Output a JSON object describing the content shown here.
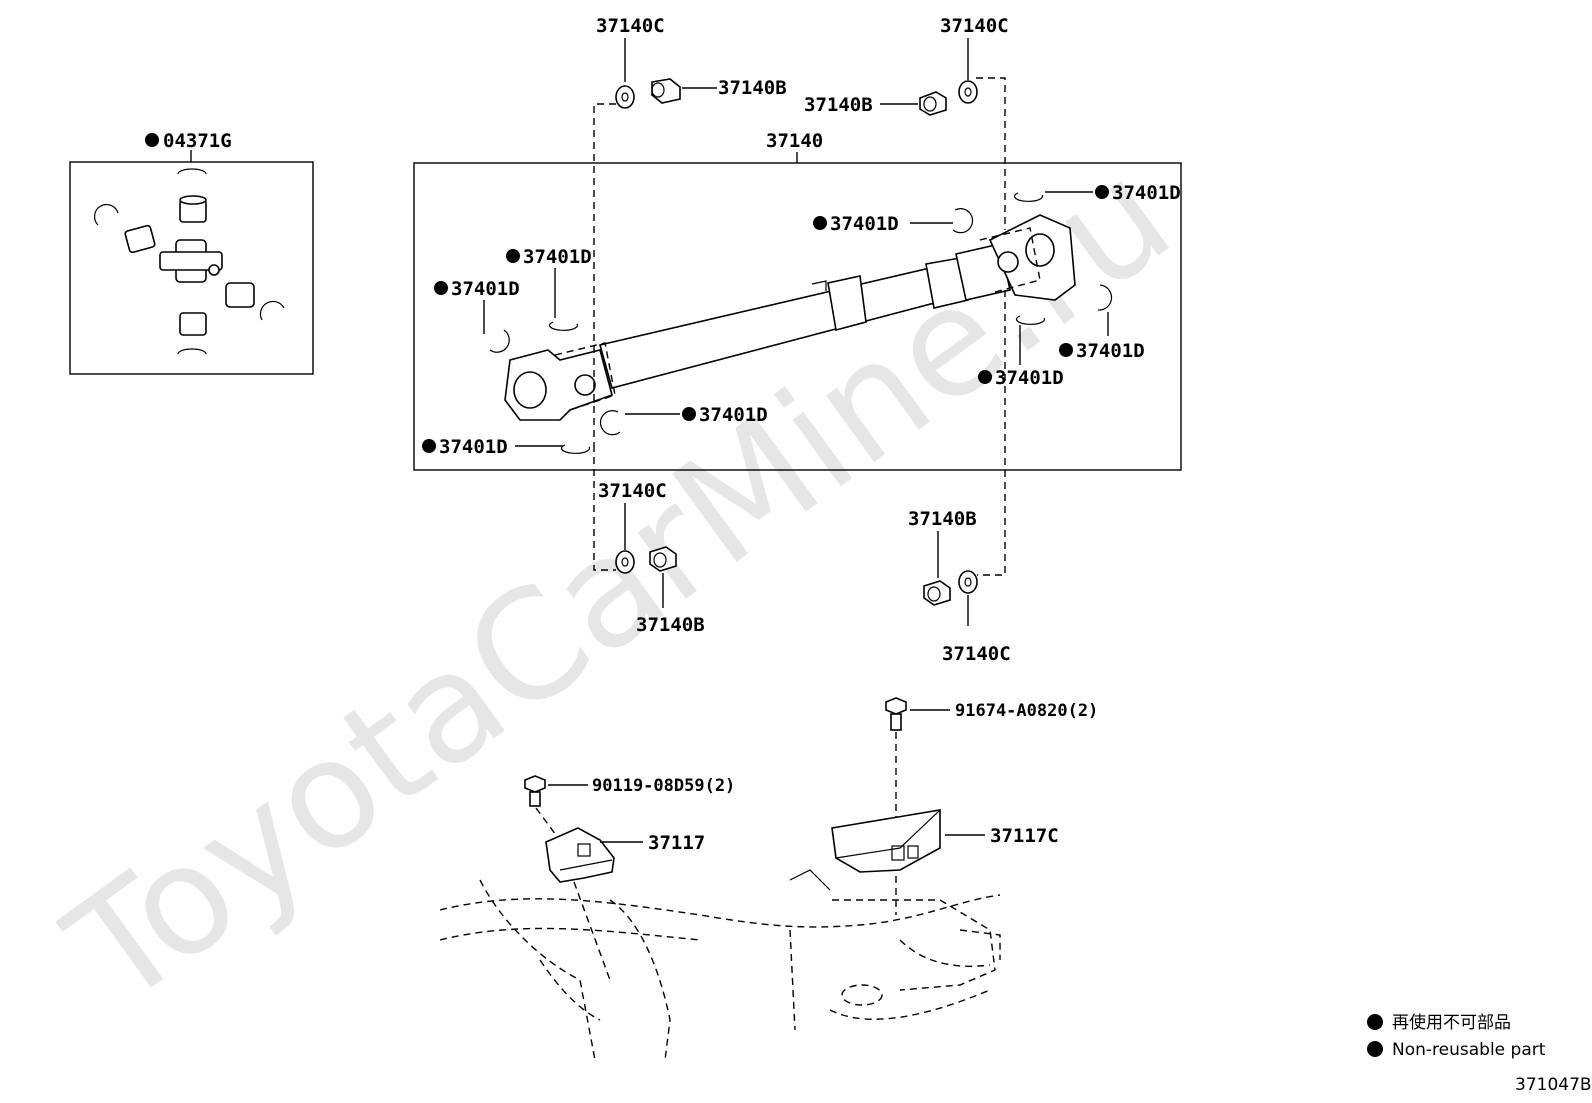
{
  "watermark": "ToyotaCarMine.ru",
  "diagram_code": "371047B",
  "legend": {
    "japanese": "再使用不可部品",
    "english": "Non-reusable part"
  },
  "parts": {
    "p04371G": "04371G",
    "p37140": "37140",
    "p37140C": "37140C",
    "p37140B": "37140B",
    "p37401D": "37401D",
    "p91674": "91674-A0820(2)",
    "p90119": "90119-08D59(2)",
    "p37117": "37117",
    "p37117C": "37117C"
  }
}
